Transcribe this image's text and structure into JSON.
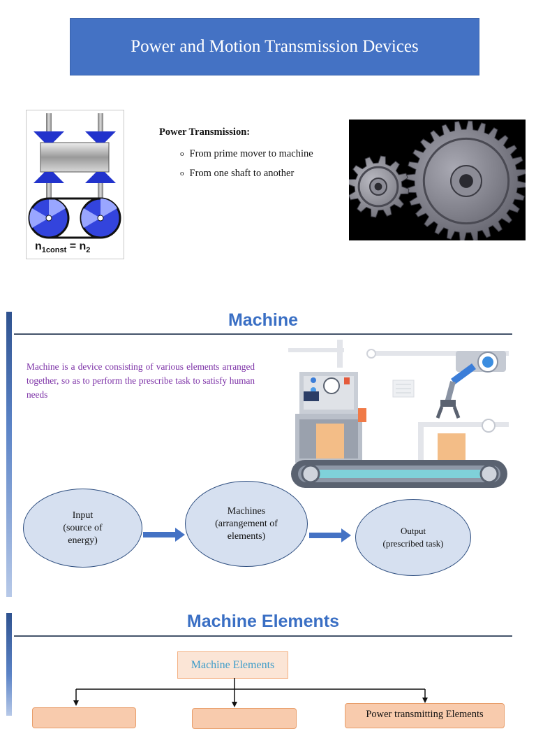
{
  "slide1": {
    "title": "Power and Motion Transmission Devices",
    "heading": "Power Transmission:",
    "bullets": [
      "From prime mover to machine",
      "From one shaft to another"
    ],
    "bullet_glyph": "o",
    "pulley_formula": {
      "n1": "n",
      "sub1": "1const",
      "eq": "=",
      "n2": "n",
      "sub2": "2"
    }
  },
  "slide2": {
    "title": "Machine",
    "definition": "Machine is a device consisting of various elements arranged together, so as to perform the prescribe task to satisfy human needs",
    "flow": [
      {
        "lines": [
          "Input",
          "(source of",
          "energy)"
        ]
      },
      {
        "lines": [
          "Machines",
          "(arrangement of",
          "elements)"
        ]
      },
      {
        "lines": [
          "Output",
          "(prescribed task)"
        ]
      }
    ]
  },
  "slide3": {
    "title": "Machine Elements",
    "root": "Machine Elements",
    "children": [
      "",
      "",
      "Power transmitting Elements"
    ]
  },
  "colors": {
    "title_bar": "#4472c4",
    "section_title": "#3a6fc4",
    "definition_text": "#7b2fa6",
    "ellipse_fill": "#d6e0f0",
    "arrow": "#4472c4",
    "root_box": "#fbe5d6",
    "child_box": "#f8cbad"
  }
}
